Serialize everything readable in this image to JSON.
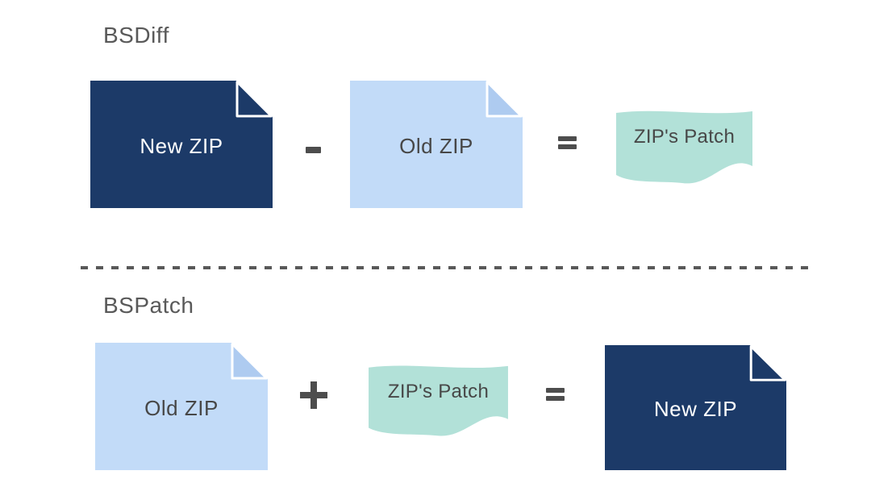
{
  "colors": {
    "navy": "#1C3A68",
    "light_blue": "#C2DBF8",
    "light_blue_fold": "#AECBF0",
    "mint": "#B2E1D8",
    "operator_gray": "#4D4D4D",
    "title_gray": "#595959"
  },
  "bsdiff": {
    "title": "BSDiff",
    "minuend_label": "New ZIP",
    "operator_icon": "minus-icon",
    "subtrahend_label": "Old ZIP",
    "equals_icon": "equals-icon",
    "result_label": "ZIP's Patch"
  },
  "bspatch": {
    "title": "BSPatch",
    "addend_a_label": "Old ZIP",
    "operator_icon": "plus-icon",
    "addend_b_label": "ZIP's Patch",
    "equals_icon": "equals-icon",
    "result_label": "New ZIP"
  }
}
